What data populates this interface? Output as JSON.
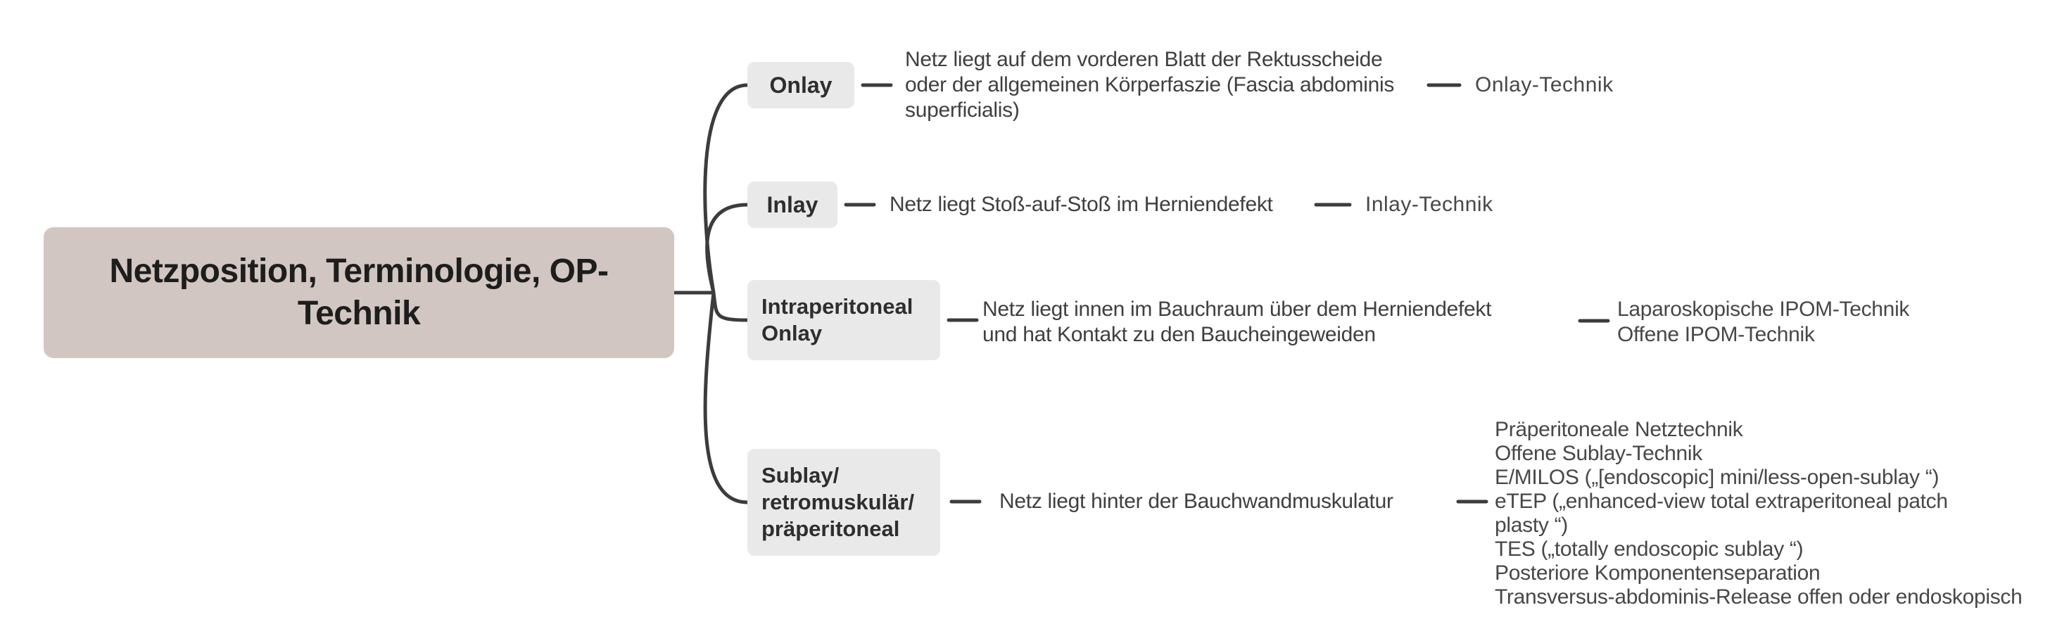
{
  "colors": {
    "root_fill": "#d1c6c1",
    "node_fill": "#e9e9e9",
    "line": "#3c3c3c",
    "text_dark": "#1d1d1d",
    "body_text": "#3f3f3f"
  },
  "root": {
    "label": "Netzposition, Terminologie, OP-\nTechnik"
  },
  "branches": [
    {
      "id": "onlay",
      "label": "Onlay",
      "description": "Netz liegt auf dem vorderen Blatt der Rektusscheide\noder der allgemeinen Körperfaszie (Fascia abdominis\nsuperficialis)",
      "techniques": [
        "Onlay-Technik"
      ]
    },
    {
      "id": "inlay",
      "label": "Inlay",
      "description": "Netz liegt Stoß-auf-Stoß im Herniendefekt",
      "techniques": [
        "Inlay-Technik"
      ]
    },
    {
      "id": "intraperitoneal-onlay",
      "label": "Intraperitoneal\nOnlay",
      "description": "Netz liegt innen im Bauchraum über dem Herniendefekt\nund hat Kontakt zu den Baucheingeweiden",
      "techniques": [
        "Laparoskopische IPOM-Technik",
        "Offene IPOM-Technik"
      ]
    },
    {
      "id": "sublay",
      "label": "Sublay/\nretromuskulär/\npräperitoneal",
      "description": "Netz liegt hinter der Bauchwandmuskulatur",
      "techniques": [
        "Präperitoneale Netztechnik",
        "Offene Sublay-Technik",
        "E/MILOS („[endoscopic] mini/less-open-sublay “)",
        "eTEP („enhanced-view total extraperitoneal patch",
        "plasty “)",
        "TES („totally endoscopic sublay “)",
        "Posteriore Komponentenseparation",
        "Transversus-abdominis-Release offen oder endoskopisch"
      ]
    }
  ]
}
